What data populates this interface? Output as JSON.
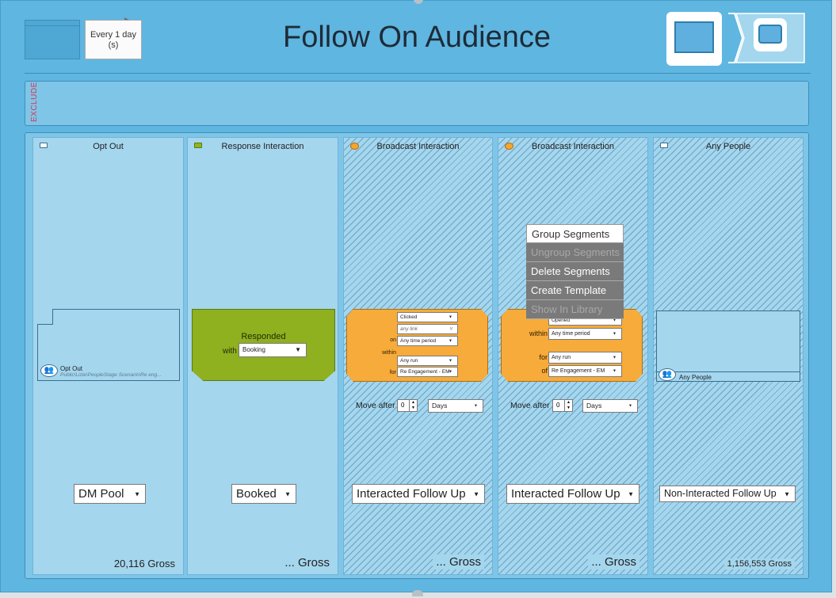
{
  "header": {
    "title": "Follow On Audience",
    "schedule_label": "Every 1 day (s)"
  },
  "exclude": {
    "label": "EXCLUDE"
  },
  "columns": [
    {
      "title": "Opt Out",
      "card": {
        "name": "Opt Out",
        "path": "Public\\Lizie\\PeopleStage Scenario\\Re eng..."
      },
      "output_dropdown": "DM Pool",
      "gross": "20,116 Gross"
    },
    {
      "title": "Response Interaction",
      "card": {
        "label": "Responded",
        "with_label": "with",
        "with_value": "Booking"
      },
      "output_dropdown": "Booked",
      "gross": "... Gross"
    },
    {
      "title": "Broadcast Interaction",
      "card": {
        "action": "Clicked",
        "on_label": "on",
        "on_value": "any link",
        "within_label": "within",
        "within_value": "Any time period",
        "for_label": "for",
        "for_value": "Any run",
        "of_label": "of",
        "of_value": "Re Engagement - EM"
      },
      "move_after_label": "Move after",
      "move_after_value": "0",
      "move_after_unit": "Days",
      "output_dropdown": "Interacted Follow Up",
      "gross": "... Gross"
    },
    {
      "title": "Broadcast Interaction",
      "card": {
        "action": "Opened",
        "within_label": "within",
        "within_value": "Any time period",
        "for_label": "for",
        "for_value": "Any run",
        "of_label": "of",
        "of_value": "Re Engagement - EM"
      },
      "move_after_label": "Move after",
      "move_after_value": "0",
      "move_after_unit": "Days",
      "output_dropdown": "Interacted Follow Up",
      "gross": "... Gross"
    },
    {
      "title": "Any People",
      "card": {
        "name": "Any People"
      },
      "output_dropdown": "Non-Interacted Follow Up",
      "gross": "1,156,553 Gross"
    }
  ],
  "context_menu": [
    {
      "label": "Group Segments",
      "enabled": true
    },
    {
      "label": "Ungroup Segments",
      "enabled": false
    },
    {
      "label": "Delete Segments",
      "enabled": true
    },
    {
      "label": "Create Template",
      "enabled": true
    },
    {
      "label": "Show In Library",
      "enabled": false
    }
  ],
  "icons": {
    "dropdown": "chevron-down-icon",
    "people": "people-icon",
    "spinner": "spinner-arrows-icon"
  },
  "colors": {
    "canvas": "#5fb6e0",
    "response_card": "#8fb01f",
    "broadcast_card": "#f7ab3a",
    "exclude_label": "#d8364f"
  }
}
